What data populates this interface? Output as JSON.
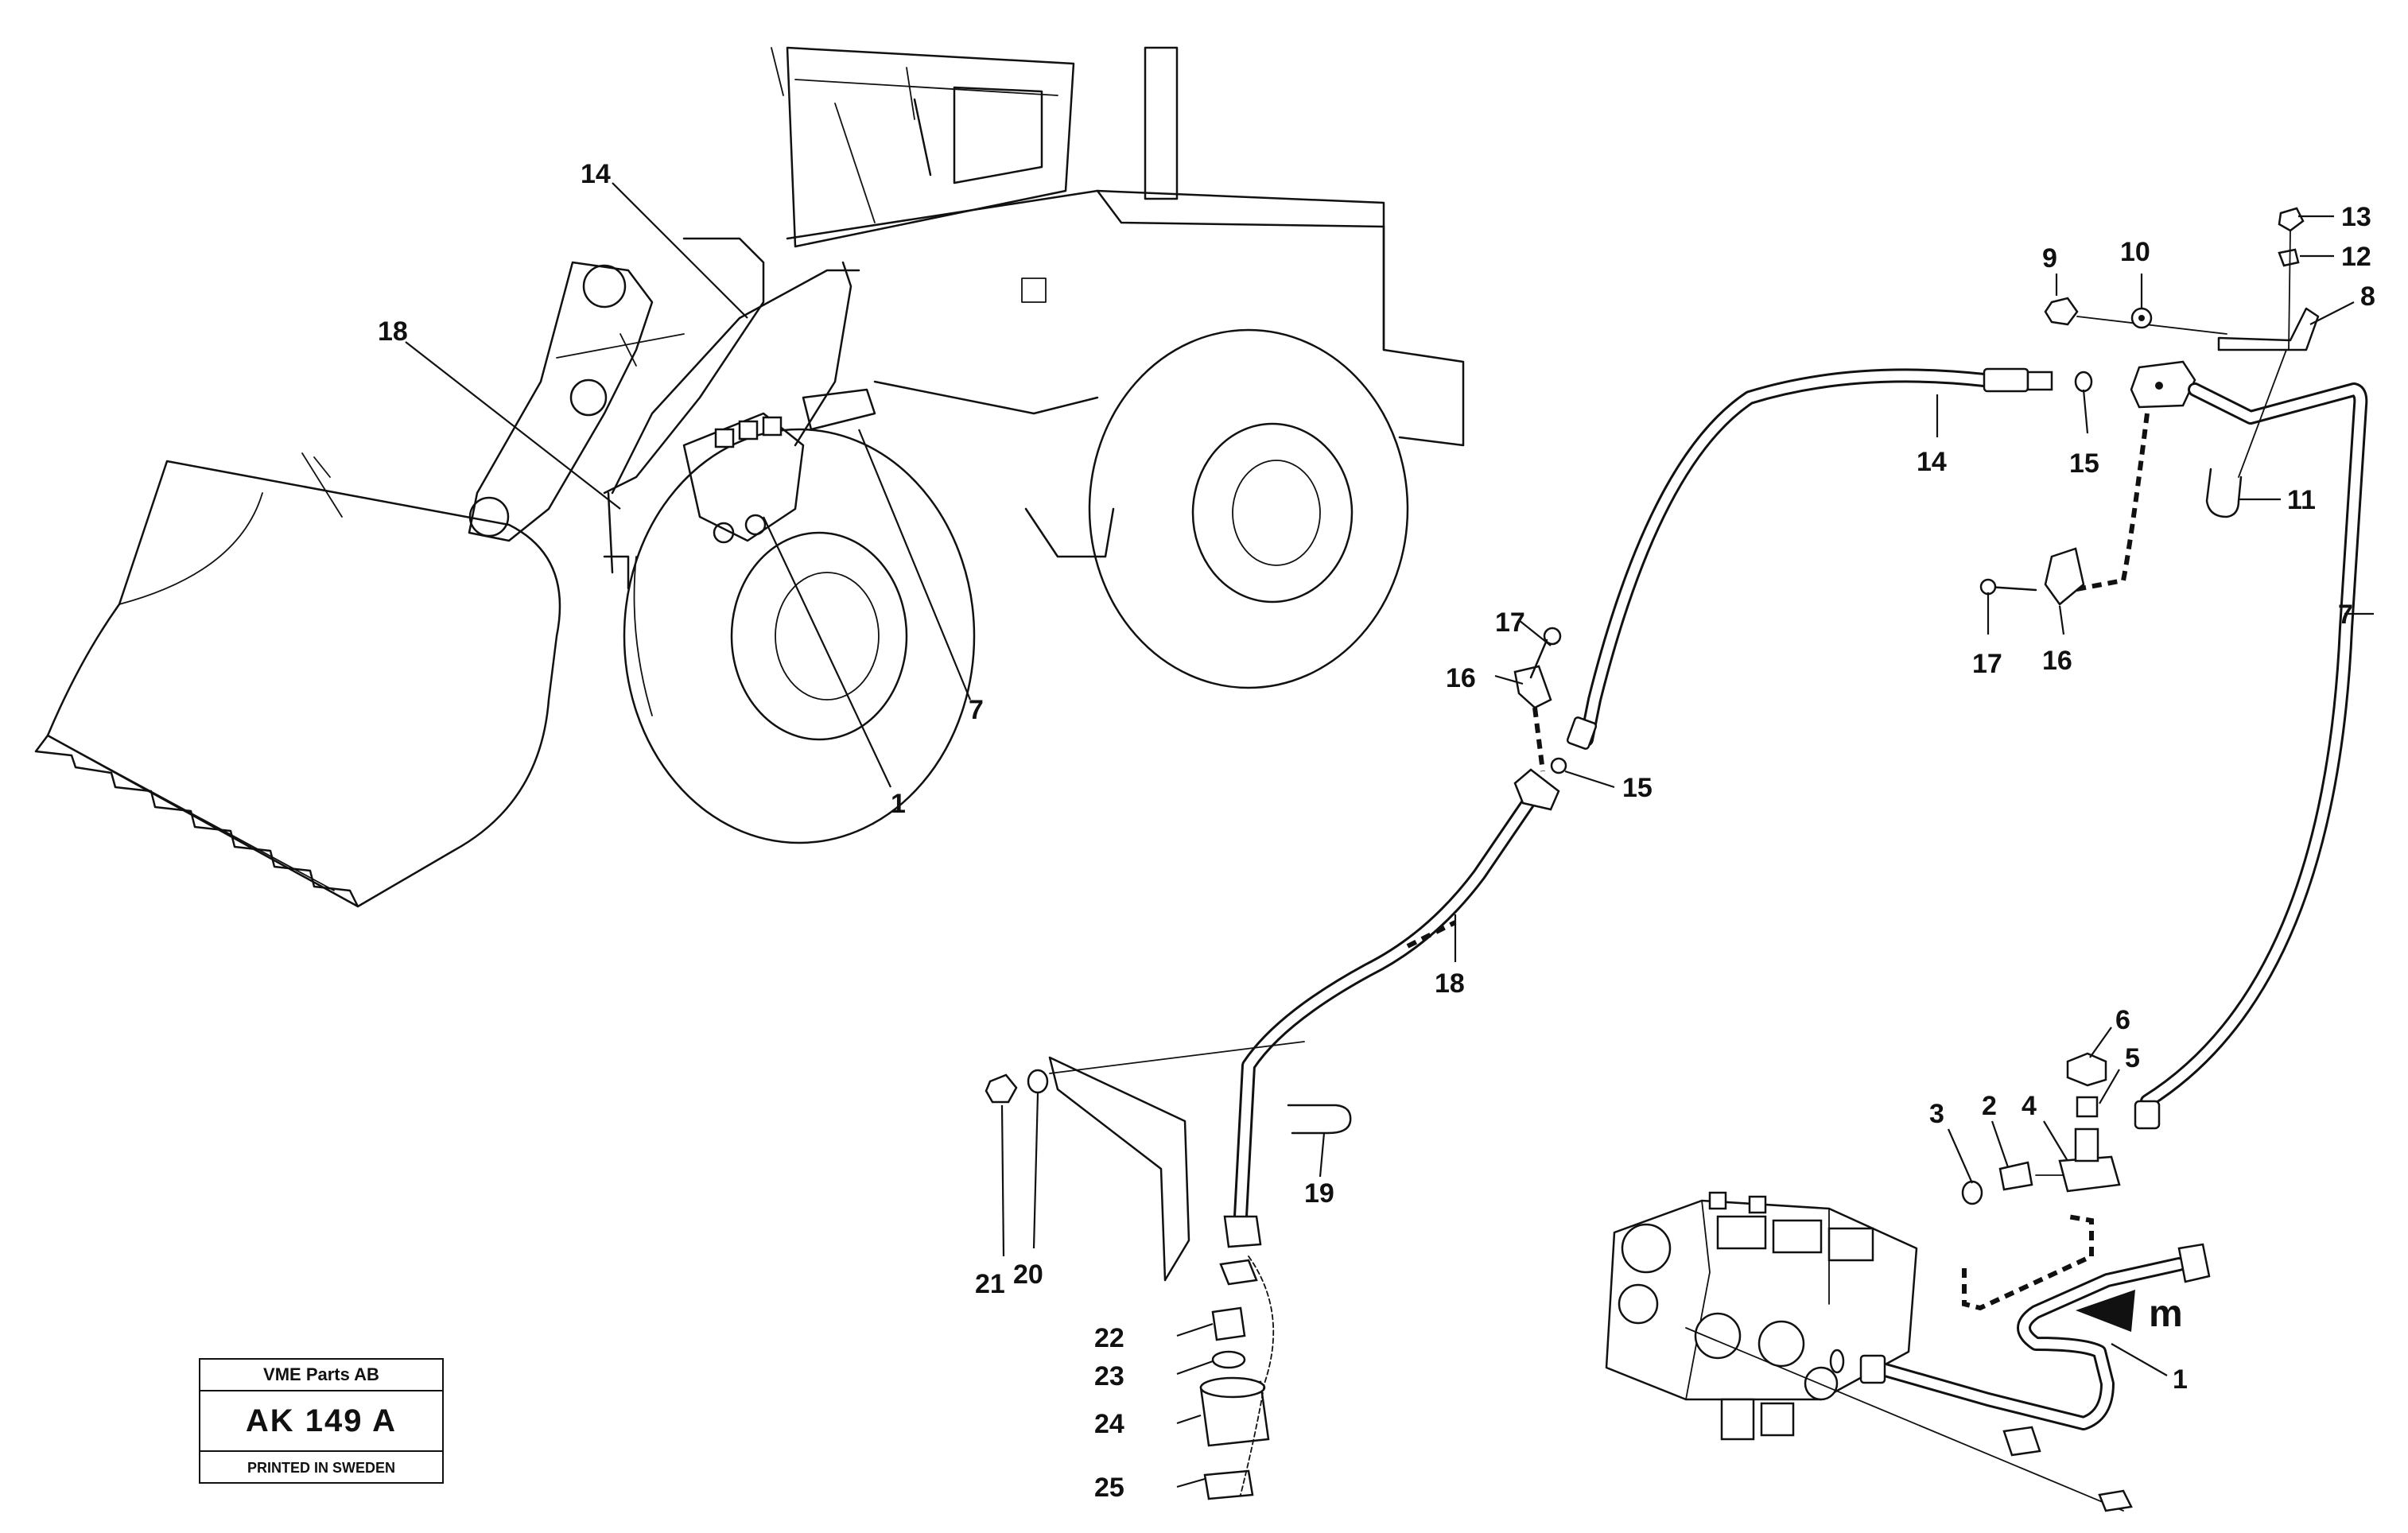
{
  "title_block": {
    "company": "VME Parts AB",
    "code": "AK 149 A",
    "printed": "PRINTED IN SWEDEN"
  },
  "view_marker": "m",
  "overview_callouts": [
    "14",
    "18",
    "7",
    "1"
  ],
  "detail_callouts": [
    "13",
    "12",
    "8",
    "9",
    "10",
    "14",
    "15",
    "11",
    "7",
    "17",
    "16",
    "16",
    "17",
    "15",
    "18",
    "6",
    "5",
    "2",
    "4",
    "3",
    "19",
    "21",
    "20",
    "1",
    "22",
    "23",
    "24",
    "25"
  ]
}
